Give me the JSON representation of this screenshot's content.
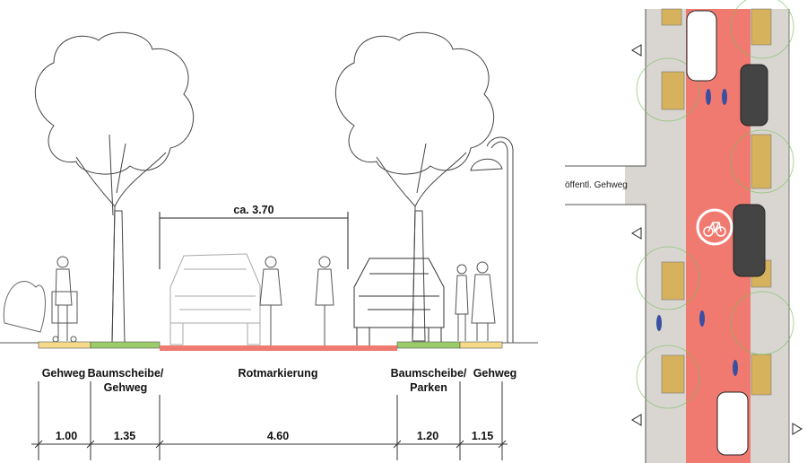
{
  "section": {
    "top_dimension": "ca. 3.70",
    "segments": [
      {
        "label": "Gehweg",
        "label2": "",
        "width": "1.00",
        "color": "#f7d98a"
      },
      {
        "label": "Baumscheibe/",
        "label2": "Gehweg",
        "width": "1.35",
        "color": "#9ccc6a"
      },
      {
        "label": "Rotmarkierung",
        "label2": "",
        "width": "4.60",
        "color": "#ee7a70"
      },
      {
        "label": "Baumscheibe/",
        "label2": "Parken",
        "width": "1.20",
        "color": "#9ccc6a"
      },
      {
        "label": "Gehweg",
        "label2": "",
        "width": "1.15",
        "color": "#f7d98a"
      }
    ]
  },
  "plan": {
    "side_street_label": "öffentl. Gehweg",
    "lane_color": "#f07a70",
    "sidewalk_color": "#d9d6d2",
    "tree_pit_color": "#d6b25c",
    "bike_symbol": "bicycle-icon"
  }
}
